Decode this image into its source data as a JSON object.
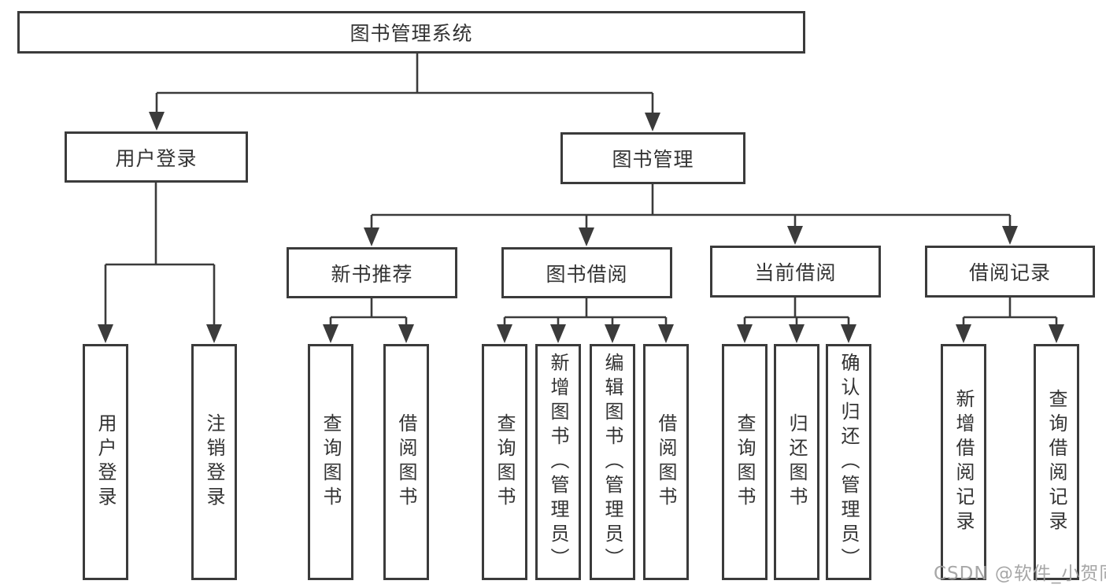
{
  "diagram_type": "hierarchy-diagram",
  "colors": {
    "line": "#3b3b3b",
    "border": "#3b3b3b",
    "text": "#333333",
    "watermark": "#a0a0a0",
    "background": "#ffffff"
  },
  "nodes": {
    "root": {
      "label": "图书管理系统"
    },
    "level2": [
      {
        "label": "用户登录"
      },
      {
        "label": "图书管理"
      }
    ],
    "level3": [
      {
        "label": "新书推荐",
        "parent": "图书管理"
      },
      {
        "label": "图书借阅",
        "parent": "图书管理"
      },
      {
        "label": "当前借阅",
        "parent": "图书管理"
      },
      {
        "label": "借阅记录",
        "parent": "图书管理"
      }
    ],
    "leaves": [
      {
        "label": "用户登录",
        "parent": "用户登录"
      },
      {
        "label": "注销登录",
        "parent": "用户登录"
      },
      {
        "label": "查询图书",
        "parent": "新书推荐"
      },
      {
        "label": "借阅图书",
        "parent": "新书推荐"
      },
      {
        "label": "查询图书",
        "parent": "图书借阅"
      },
      {
        "label": "新增图书（管理员）",
        "parent": "图书借阅"
      },
      {
        "label": "编辑图书（管理员）",
        "parent": "图书借阅"
      },
      {
        "label": "借阅图书",
        "parent": "图书借阅"
      },
      {
        "label": "查询图书",
        "parent": "当前借阅"
      },
      {
        "label": "归还图书",
        "parent": "当前借阅"
      },
      {
        "label": "确认归还（管理员）",
        "parent": "当前借阅"
      },
      {
        "label": "新增借阅记录",
        "parent": "借阅记录"
      },
      {
        "label": "查询借阅记录",
        "parent": "借阅记录"
      }
    ]
  },
  "watermark": {
    "text": "CSDN @软件_小贺同学"
  }
}
